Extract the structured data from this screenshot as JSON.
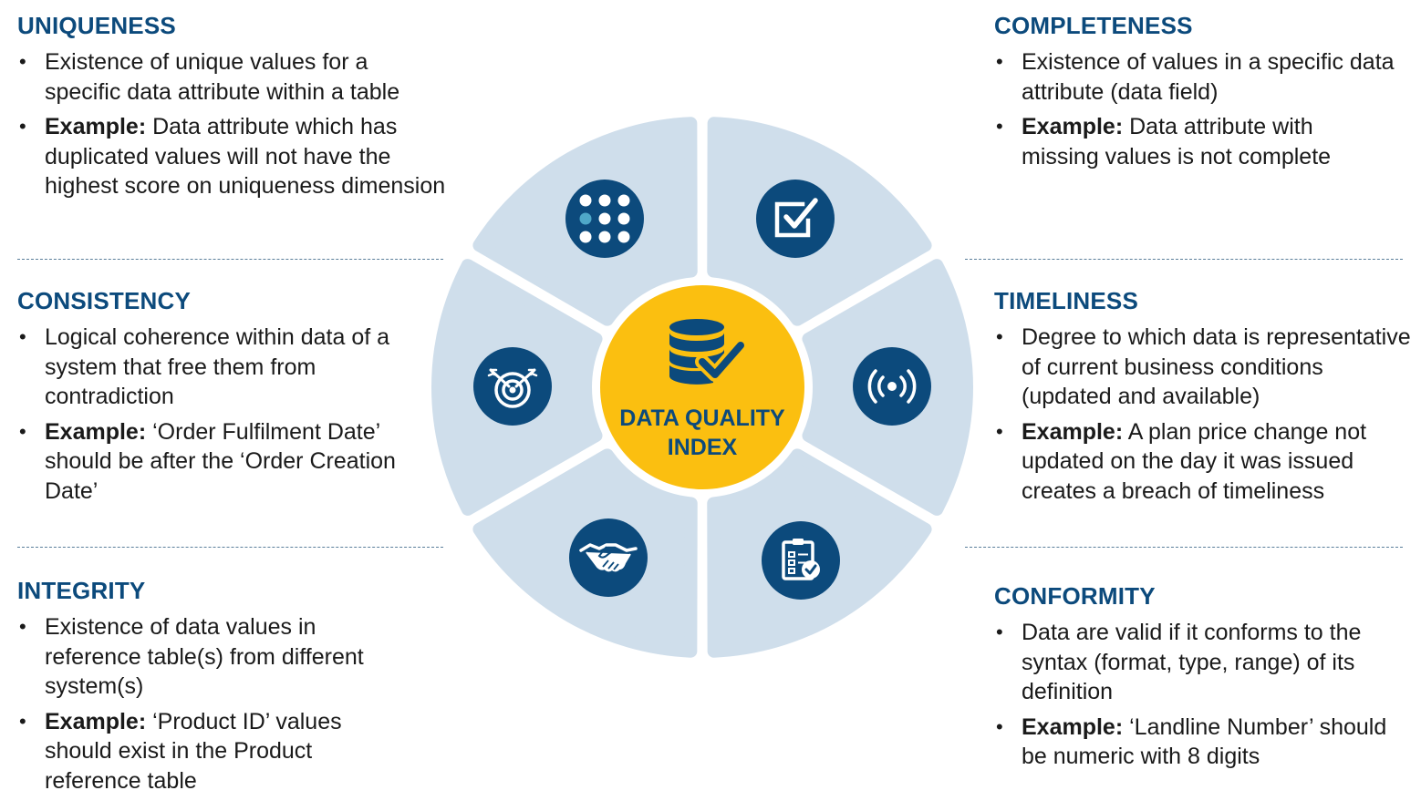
{
  "sections": {
    "uniqueness": {
      "title": "UNIQUENESS",
      "line1": "Existence of unique values for a specific data attribute within a table",
      "example_label": "Example:",
      "example_text": " Data attribute which has duplicated values will not have the highest score on uniqueness dimension"
    },
    "consistency": {
      "title": "CONSISTENCY",
      "line1": "Logical coherence within data of a system that free them from contradiction",
      "example_label": "Example:",
      "example_text": " ‘Order Fulfilment Date’ should be after the ‘Order Creation Date’"
    },
    "integrity": {
      "title": "INTEGRITY",
      "line1": "Existence of data values in reference table(s) from different system(s)",
      "example_label": "Example:",
      "example_text": " ‘Product ID’ values should exist in the Product reference table"
    },
    "completeness": {
      "title": "COMPLETENESS",
      "line1": "Existence of values in a specific data attribute (data field)",
      "example_label": "Example:",
      "example_text": " Data attribute with missing values is not complete"
    },
    "timeliness": {
      "title": "TIMELINESS",
      "line1": "Degree to which data is representative of current business conditions (updated and available)",
      "example_label": "Example:",
      "example_text": " A plan price change not updated on the day it was issued creates a breach of timeliness"
    },
    "conformity": {
      "title": "CONFORMITY",
      "line1": "Data are valid if it conforms to the syntax (format, type, range) of its definition",
      "example_label": "Example:",
      "example_text": " ‘Landline Number’ should be numeric with 8 digits"
    }
  },
  "center": {
    "line1": "DATA QUALITY",
    "line2": "INDEX",
    "icon": "database-check-icon"
  },
  "segments": [
    {
      "name": "uniqueness",
      "icon": "dots-grid-icon"
    },
    {
      "name": "completeness",
      "icon": "checkbox-icon"
    },
    {
      "name": "timeliness",
      "icon": "broadcast-icon"
    },
    {
      "name": "conformity",
      "icon": "checklist-icon"
    },
    {
      "name": "integrity",
      "icon": "handshake-icon"
    },
    {
      "name": "consistency",
      "icon": "target-icon"
    }
  ],
  "colors": {
    "heading": "#0c4a7c",
    "segment_fill": "#cfdeeb",
    "icon_circle": "#0c4a7c",
    "center_fill": "#fbbf10",
    "center_text": "#0c4a7c"
  }
}
